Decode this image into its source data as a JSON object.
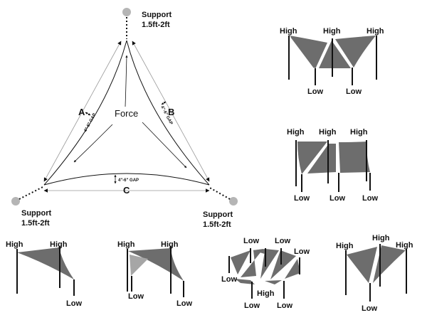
{
  "colors": {
    "sail": "#6d6d6d",
    "sail_light": "#a6a6a6",
    "pole": "#111111",
    "support": "#b5b5b5"
  },
  "triangle_diagram": {
    "support_label": "Support",
    "support_range": "1.5ft-2ft",
    "force_label": "Force",
    "side_a": "A",
    "side_b": "B",
    "side_c": "C",
    "gap_label": "4\"-6\" GAP"
  },
  "heights": {
    "high": "High",
    "low": "Low"
  }
}
